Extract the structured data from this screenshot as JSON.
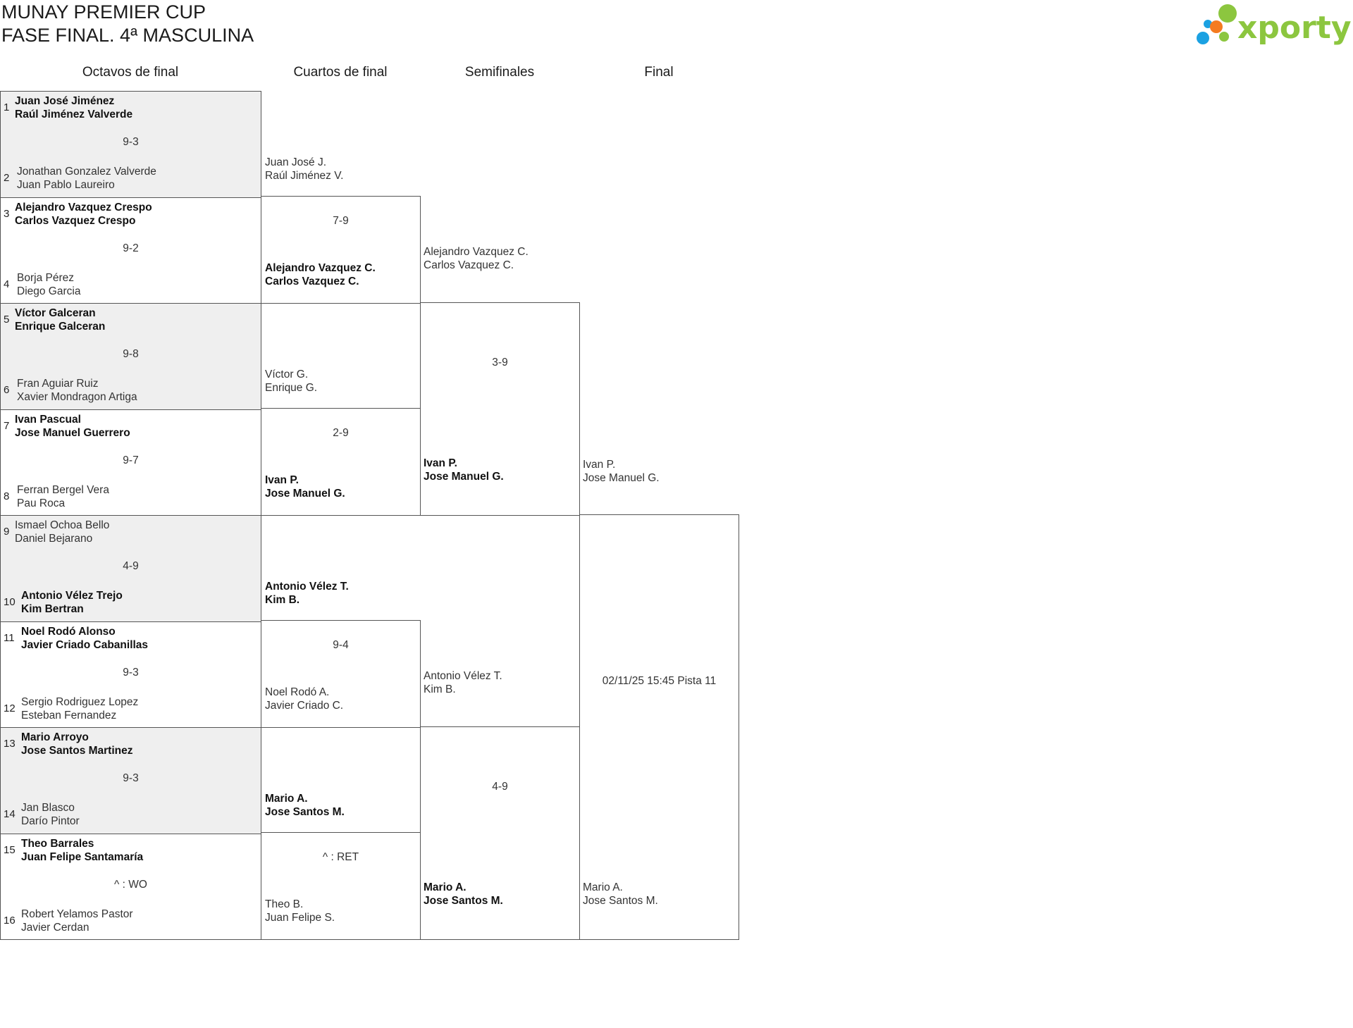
{
  "header": {
    "title_line1": "MUNAY PREMIER CUP",
    "title_line2": "FASE FINAL. 4ª MASCULINA",
    "logo_text": "xporty"
  },
  "rounds": {
    "r16": "Octavos de final",
    "qf": "Cuartos de final",
    "sf": "Semifinales",
    "final": "Final"
  },
  "r16": [
    {
      "score": "9-3",
      "shaded": true,
      "a": {
        "seed": "1",
        "p1": "Juan José Jiménez",
        "p2": "Raúl Jiménez Valverde",
        "winner": true
      },
      "b": {
        "seed": "2",
        "p1": "Jonathan Gonzalez Valverde",
        "p2": "Juan Pablo Laureiro",
        "winner": false
      }
    },
    {
      "score": "9-2",
      "shaded": false,
      "a": {
        "seed": "3",
        "p1": "Alejandro Vazquez Crespo",
        "p2": "Carlos Vazquez Crespo",
        "winner": true
      },
      "b": {
        "seed": "4",
        "p1": "Borja Pérez",
        "p2": "Diego Garcia",
        "winner": false
      }
    },
    {
      "score": "9-8",
      "shaded": true,
      "a": {
        "seed": "5",
        "p1": "Víctor Galceran",
        "p2": "Enrique Galceran",
        "winner": true
      },
      "b": {
        "seed": "6",
        "p1": "Fran Aguiar Ruiz",
        "p2": "Xavier Mondragon Artiga",
        "winner": false
      }
    },
    {
      "score": "9-7",
      "shaded": false,
      "a": {
        "seed": "7",
        "p1": "Ivan Pascual",
        "p2": "Jose Manuel Guerrero",
        "winner": true
      },
      "b": {
        "seed": "8",
        "p1": "Ferran Bergel Vera",
        "p2": "Pau Roca",
        "winner": false
      }
    },
    {
      "score": "4-9",
      "shaded": true,
      "a": {
        "seed": "9",
        "p1": "Ismael Ochoa Bello",
        "p2": "Daniel Bejarano",
        "winner": false
      },
      "b": {
        "seed": "10",
        "p1": "Antonio Vélez Trejo",
        "p2": "Kim Bertran",
        "winner": true
      }
    },
    {
      "score": "9-3",
      "shaded": false,
      "a": {
        "seed": "11",
        "p1": "Noel Rodó Alonso",
        "p2": "Javier Criado Cabanillas",
        "winner": true
      },
      "b": {
        "seed": "12",
        "p1": "Sergio Rodriguez Lopez",
        "p2": "Esteban Fernandez",
        "winner": false
      }
    },
    {
      "score": "9-3",
      "shaded": true,
      "a": {
        "seed": "13",
        "p1": "Mario Arroyo",
        "p2": "Jose Santos Martinez",
        "winner": true
      },
      "b": {
        "seed": "14",
        "p1": "Jan Blasco",
        "p2": "Darío Pintor",
        "winner": false
      }
    },
    {
      "score": "^ : WO",
      "shaded": false,
      "a": {
        "seed": "15",
        "p1": "Theo Barrales",
        "p2": "Juan Felipe Santamaría",
        "winner": true
      },
      "b": {
        "seed": "16",
        "p1": "Robert Yelamos Pastor",
        "p2": "Javier Cerdan",
        "winner": false
      }
    }
  ],
  "qf": [
    {
      "score": "7-9",
      "a": {
        "p1": "Juan José J.",
        "p2": "Raúl Jiménez V.",
        "winner": false
      },
      "b": {
        "p1": "Alejandro Vazquez C.",
        "p2": "Carlos Vazquez C.",
        "winner": true
      }
    },
    {
      "score": "2-9",
      "a": {
        "p1": "Víctor G.",
        "p2": "Enrique G.",
        "winner": false
      },
      "b": {
        "p1": "Ivan P.",
        "p2": "Jose Manuel G.",
        "winner": true
      }
    },
    {
      "score": "9-4",
      "a": {
        "p1": "Antonio Vélez T.",
        "p2": "Kim B.",
        "winner": true
      },
      "b": {
        "p1": "Noel Rodó A.",
        "p2": "Javier Criado C.",
        "winner": false
      }
    },
    {
      "score": "^ : RET",
      "a": {
        "p1": "Mario A.",
        "p2": "Jose Santos M.",
        "winner": true
      },
      "b": {
        "p1": "Theo B.",
        "p2": "Juan Felipe S.",
        "winner": false
      }
    }
  ],
  "sf": [
    {
      "score": "3-9",
      "a": {
        "p1": "Alejandro Vazquez C.",
        "p2": "Carlos Vazquez C.",
        "winner": false
      },
      "b": {
        "p1": "Ivan P.",
        "p2": "Jose Manuel G.",
        "winner": true
      }
    },
    {
      "score": "4-9",
      "a": {
        "p1": "Antonio Vélez T.",
        "p2": "Kim B.",
        "winner": false
      },
      "b": {
        "p1": "Mario A.",
        "p2": "Jose Santos M.",
        "winner": true
      }
    }
  ],
  "final": {
    "info": "02/11/25 15:45 Pista 11",
    "a": {
      "p1": "Ivan P.",
      "p2": "Jose Manuel G.",
      "winner": false
    },
    "b": {
      "p1": "Mario A.",
      "p2": "Jose Santos M.",
      "winner": false
    }
  },
  "colors": {
    "logo_green": "#8cc63f",
    "logo_orange": "#f47b20",
    "logo_blue": "#1ba1e2",
    "shade": "#efefef"
  }
}
